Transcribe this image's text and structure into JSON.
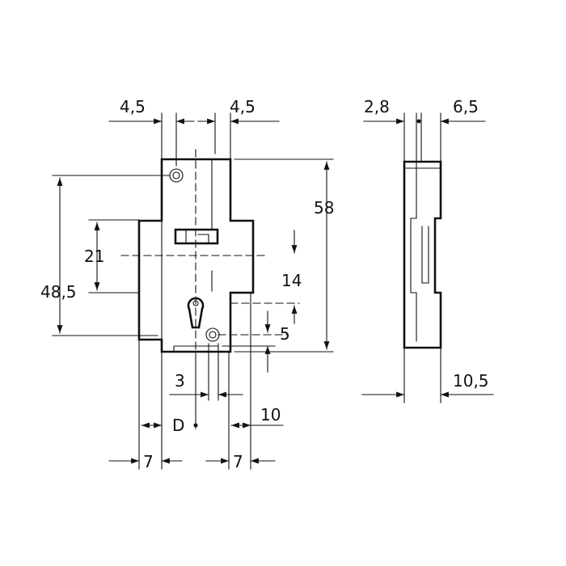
{
  "drawing": {
    "front_view": {
      "dims": {
        "top_left": "4,5",
        "top_right": "4,5",
        "height_total": "58",
        "height_left": "48,5",
        "height_mid": "21",
        "offset_14": "14",
        "offset_5": "5",
        "bottom_3": "3",
        "bottom_D": "D",
        "bottom_10": "10",
        "bottom_7_left": "7",
        "bottom_7_right": "7"
      }
    },
    "side_view": {
      "dims": {
        "top_left": "2,8",
        "top_right": "6,5",
        "bottom": "10,5"
      }
    }
  }
}
